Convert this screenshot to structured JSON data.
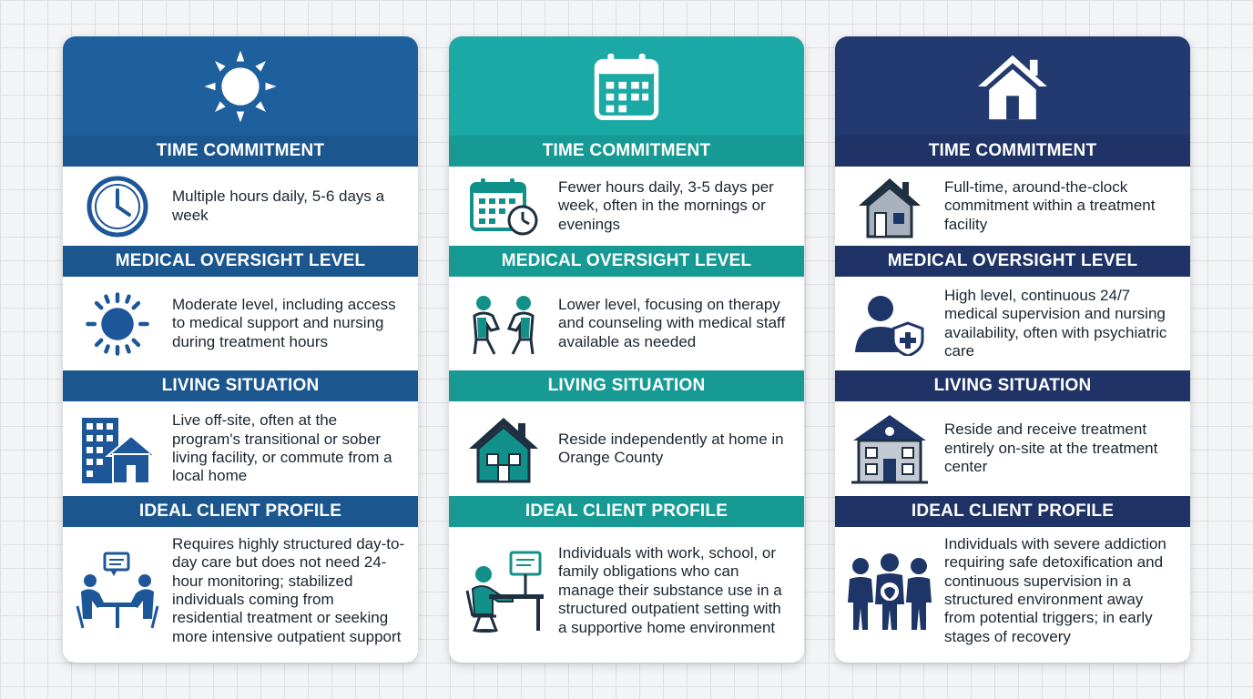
{
  "columns": [
    {
      "id": "php",
      "header_icon": "sun-icon",
      "colors": {
        "head": "#1e5f9e",
        "band": "#1b568f",
        "icon": "#1e5799"
      },
      "sections": [
        {
          "title": "TIME COMMITMENT",
          "icon": "clock-icon",
          "text": "Multiple hours daily, 5-6 days a week"
        },
        {
          "title": "MEDICAL OVERSIGHT LEVEL",
          "icon": "sun-icon",
          "text": "Moderate level, including access to medical support and nursing during treatment hours"
        },
        {
          "title": "LIVING SITUATION",
          "icon": "building-house-icon",
          "text": "Live off-site, often at the program's transitional or sober living facility, or commute from a local home"
        },
        {
          "title": "IDEAL CLIENT PROFILE",
          "icon": "meeting-icon",
          "text": "Requires highly structured day-to-day care but does not need 24-hour monitoring; stabilized individuals coming from residential treatment or seeking more intensive outpatient support"
        }
      ]
    },
    {
      "id": "iop",
      "header_icon": "calendar-icon",
      "colors": {
        "head": "#1aa9a5",
        "band": "#179a94",
        "icon": "#12918b"
      },
      "sections": [
        {
          "title": "TIME COMMITMENT",
          "icon": "calendar-clock-icon",
          "text": "Fewer hours daily, 3-5 days per week, often in the mornings or evenings"
        },
        {
          "title": "MEDICAL OVERSIGHT LEVEL",
          "icon": "counseling-icon",
          "text": "Lower level, focusing on therapy and counseling with medical staff available as needed"
        },
        {
          "title": "LIVING SITUATION",
          "icon": "house-icon",
          "text": "Reside independently at home in Orange County"
        },
        {
          "title": "IDEAL CLIENT PROFILE",
          "icon": "desk-worker-icon",
          "text": "Individuals with work, school, or family obligations who can manage their substance use in a structured outpatient setting with a supportive home environment"
        }
      ]
    },
    {
      "id": "residential",
      "header_icon": "house-icon",
      "colors": {
        "head": "#233a70",
        "band": "#1f3366",
        "icon": "#1e3568"
      },
      "sections": [
        {
          "title": "TIME COMMITMENT",
          "icon": "house-icon",
          "text": "Full-time, around-the-clock commitment within a treatment facility"
        },
        {
          "title": "MEDICAL OVERSIGHT LEVEL",
          "icon": "medical-shield-person-icon",
          "text": "High level, continuous 24/7 medical supervision and nursing availability, often with psychiatric care"
        },
        {
          "title": "LIVING SITUATION",
          "icon": "treatment-center-icon",
          "text": "Reside and receive treatment entirely on-site at the treatment center"
        },
        {
          "title": "IDEAL CLIENT PROFILE",
          "icon": "group-support-icon",
          "text": "Individuals with severe addiction requiring safe detoxification and continuous supervision in a structured environment away from potential triggers; in early stages of recovery"
        }
      ]
    }
  ]
}
